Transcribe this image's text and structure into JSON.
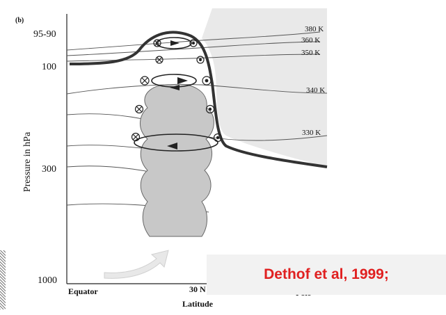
{
  "figure": {
    "panel_label": "(b)",
    "y_axis_label": "Pressure in hPa",
    "y_ticks": [
      "95-90",
      "100",
      "300",
      "1000"
    ],
    "x_ticks": [
      "Equator",
      "30 N",
      "Pole"
    ],
    "x_axis_label": "Latitude",
    "isentrope_labels": [
      "380 K",
      "360 K",
      "350 K",
      "340 K",
      "330 K"
    ]
  },
  "citation": {
    "text": "Dethof et al, 1999;"
  },
  "colors": {
    "citation_text": "#e02020",
    "citation_bg": "#f2f2f2",
    "shading": "#c8c8c8",
    "tropopause": "#333333"
  }
}
